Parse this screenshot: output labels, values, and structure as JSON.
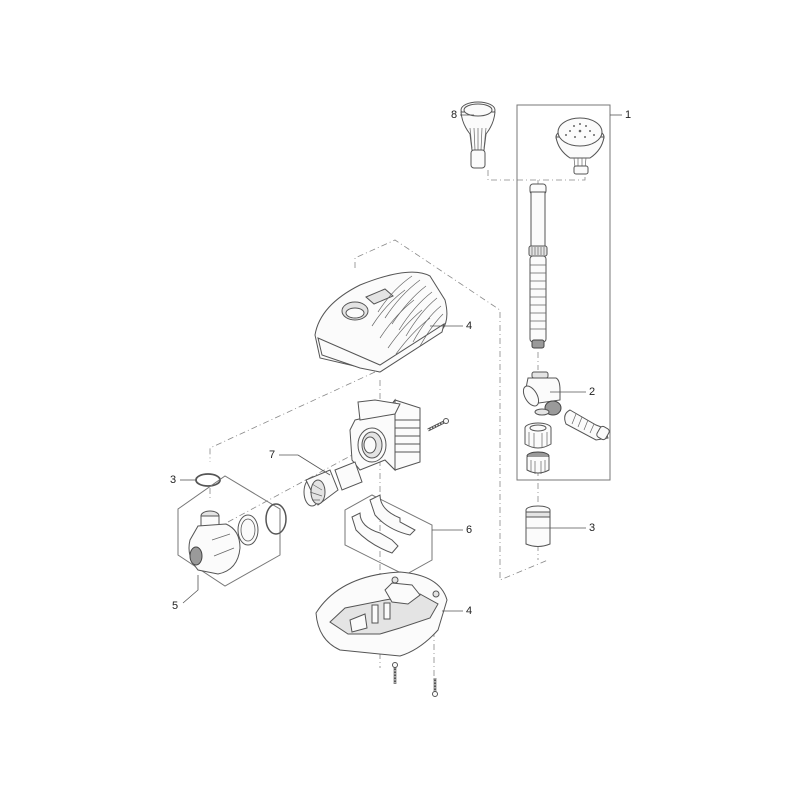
{
  "diagram": {
    "type": "exploded-parts-view",
    "subject": "pond fountain pump assembly",
    "callouts": [
      {
        "id": "c1",
        "number": "1",
        "part": "fountain nozzle set (bell + spray head, telescopic riser)"
      },
      {
        "id": "c2",
        "number": "2",
        "part": "T-piece / flow regulator"
      },
      {
        "id": "c3a",
        "number": "3",
        "part": "O-ring (pump outlet)"
      },
      {
        "id": "c3b",
        "number": "3",
        "part": "adapter connector"
      },
      {
        "id": "c4a",
        "number": "4",
        "part": "filter housing top"
      },
      {
        "id": "c4b",
        "number": "4",
        "part": "filter housing bottom"
      },
      {
        "id": "c5",
        "number": "5",
        "part": "motor holder brackets"
      },
      {
        "id": "c6",
        "number": "6",
        "part": "pump chamber with seal rings"
      },
      {
        "id": "c7",
        "number": "7",
        "part": "impeller"
      },
      {
        "id": "c8",
        "number": "8",
        "part": "bell nozzle"
      }
    ]
  }
}
